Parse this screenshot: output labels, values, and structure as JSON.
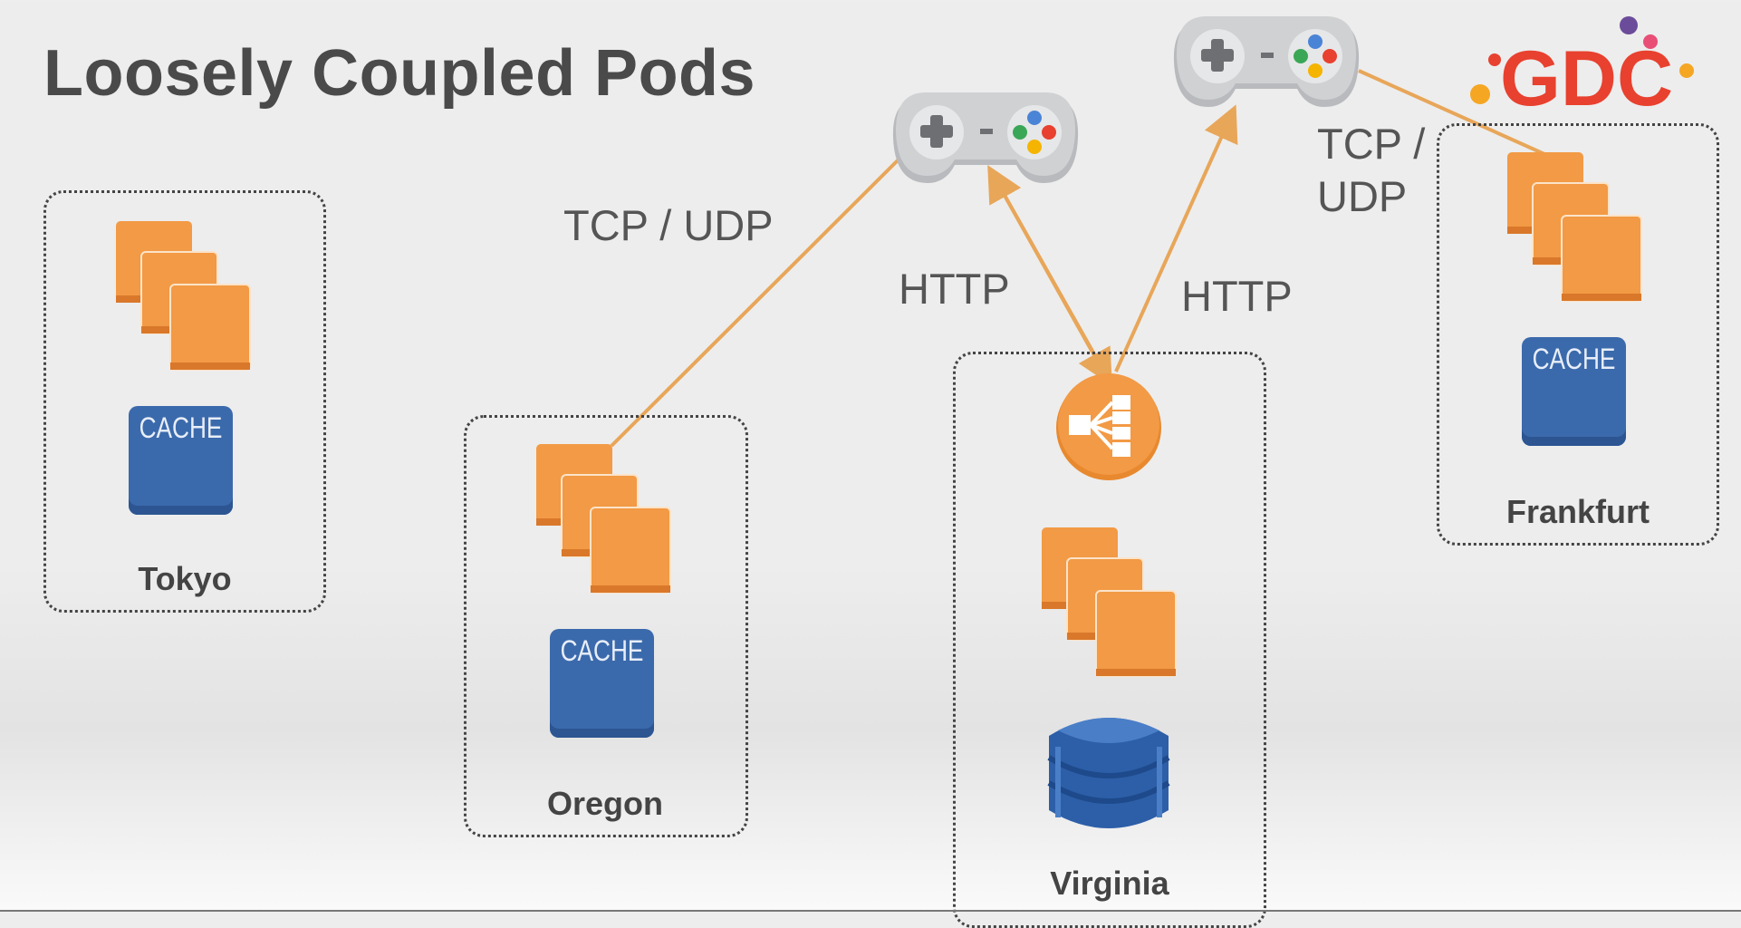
{
  "slide": {
    "title": "Loosely Coupled Pods"
  },
  "logo": {
    "text": "GDC",
    "colors": [
      "#e8412f",
      "#f5a623",
      "#e94e77",
      "#6b4c9a"
    ]
  },
  "regions": [
    {
      "name": "Tokyo",
      "contents": [
        "server-stack-icon",
        "cache-icon"
      ]
    },
    {
      "name": "Oregon",
      "contents": [
        "server-stack-icon",
        "cache-icon"
      ]
    },
    {
      "name": "Virginia",
      "contents": [
        "load-balancer-icon",
        "server-stack-icon",
        "database-icon"
      ]
    },
    {
      "name": "Frankfurt",
      "contents": [
        "server-stack-icon",
        "cache-icon"
      ]
    }
  ],
  "cache_label": "CACHE",
  "connections": [
    {
      "label": "TCP / UDP",
      "from": "Oregon",
      "to": "game-controller-1"
    },
    {
      "label": "HTTP",
      "from": "Virginia",
      "to": "game-controller-1"
    },
    {
      "label": "HTTP",
      "from": "Virginia",
      "to": "game-controller-2"
    },
    {
      "label": "TCP /\nUDP",
      "from": "Frankfurt",
      "to": "game-controller-2"
    }
  ],
  "colors": {
    "server": "#f29a45",
    "cache": "#3b6aac",
    "line": "#e8a659",
    "controller": "#c8cacc"
  }
}
